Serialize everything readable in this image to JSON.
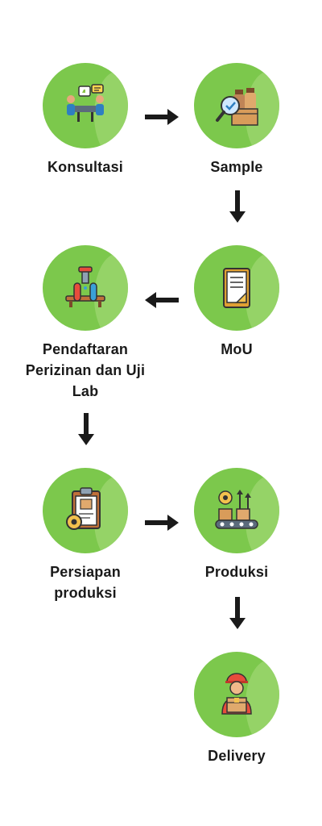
{
  "steps": [
    {
      "id": "konsultasi",
      "label": "Konsultasi",
      "icon": "consultation-icon"
    },
    {
      "id": "sample",
      "label": "Sample",
      "icon": "sample-inspection-icon"
    },
    {
      "id": "mou",
      "label": "MoU",
      "icon": "document-icon"
    },
    {
      "id": "pendaftaran",
      "label": "Pendaftaran Perizinan dan Uji Lab",
      "icon": "lab-test-icon"
    },
    {
      "id": "persiapan",
      "label": "Persiapan produksi",
      "icon": "clipboard-gear-icon"
    },
    {
      "id": "produksi",
      "label": "Produksi",
      "icon": "production-line-icon"
    },
    {
      "id": "delivery",
      "label": "Delivery",
      "icon": "delivery-person-icon"
    }
  ],
  "colors": {
    "circle": "#7cc84c",
    "highlight": "#a9dd7e",
    "arrow": "#1a1a1a",
    "text": "#1a1a1a"
  }
}
